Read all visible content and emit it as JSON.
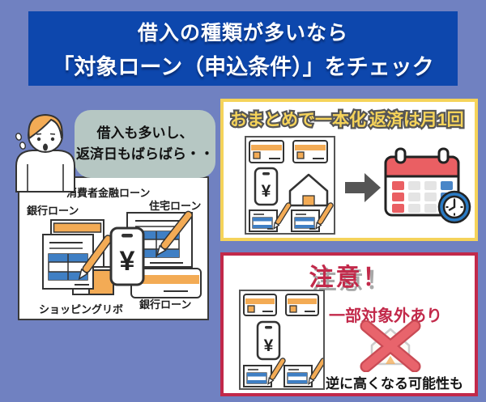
{
  "colors": {
    "page_bg": "#7081c1",
    "header_bg": "#0d47ad",
    "accent_orange": "#f3ab55",
    "table_blue": "#3f7fc4",
    "bubble_bg": "#b6c7c3",
    "yellow_border": "#f5d35a",
    "red_border": "#c2294a",
    "calendar_red": "#ea5f63",
    "calendar_blue": "#4a86c8",
    "clock_blue": "#2b7bc4",
    "cross_red": "#e8646c",
    "arrow_gray": "#555555"
  },
  "header": {
    "line1": "借入の種類が多いなら",
    "line2": "「対象ローン（申込条件）」をチェック"
  },
  "speech_bubble": {
    "line1": "借入も多いし、",
    "line2": "返済日もばらばら・・"
  },
  "loan_box": {
    "labels": {
      "consumer_finance": "消費者金融ローン",
      "bank_left": "銀行ローン",
      "housing": "住宅ローン",
      "shopping_revolving": "ショッピングリボ",
      "bank_right": "銀行ローン"
    }
  },
  "benefit_panel": {
    "label_consolidate": "おまとめで一本化",
    "label_monthly": "返済は月1回"
  },
  "caution_panel": {
    "title": "注意！",
    "note_exclusion": "一部対象外あり",
    "note_cost": "逆に高くなる可能性も"
  },
  "icons": {
    "yen_symbol": "¥"
  }
}
